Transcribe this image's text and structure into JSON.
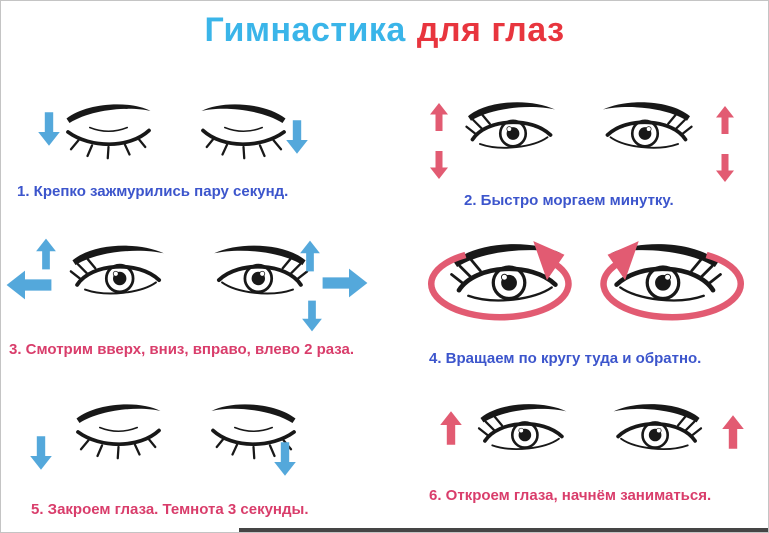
{
  "title": {
    "part1": "Гимнастика",
    "part2": "для глаз"
  },
  "colors": {
    "title_blue": "#3ab5e9",
    "title_red": "#e8353e",
    "caption_blue": "#3c55cc",
    "caption_pink": "#d93d6b",
    "arrow_blue": "#54a8db",
    "arrow_pink": "#e25b72",
    "ink": "#181818"
  },
  "exercises": [
    {
      "number": "1",
      "caption": "1. Крепко зажмурились пару секунд.",
      "caption_color": "blue",
      "eyes": "closed",
      "arrow_color": "blue",
      "arrow_directions": [
        "down",
        "down"
      ]
    },
    {
      "number": "2",
      "caption": "2. Быстро моргаем минутку.",
      "caption_color": "blue",
      "eyes": "open",
      "arrow_color": "pink",
      "arrow_directions": [
        "up",
        "down",
        "up",
        "down"
      ]
    },
    {
      "number": "3",
      "caption": "3. Смотрим вверх, вниз, вправо, влево 2 раза.",
      "caption_color": "pink",
      "eyes": "open",
      "arrow_color": "blue",
      "arrow_directions": [
        "up",
        "left",
        "up",
        "right",
        "down"
      ]
    },
    {
      "number": "4",
      "caption": "4. Вращаем по кругу туда и обратно.",
      "caption_color": "blue",
      "eyes": "open",
      "arrow_color": "pink",
      "arrow_directions": [
        "circular",
        "circular"
      ]
    },
    {
      "number": "5",
      "caption": "5. Закроем глаза. Темнота 3 секунды.",
      "caption_color": "pink",
      "eyes": "closed",
      "arrow_color": "blue",
      "arrow_directions": [
        "down",
        "down"
      ]
    },
    {
      "number": "6",
      "caption": "6. Откроем глаза, начнём заниматься.",
      "caption_color": "pink",
      "eyes": "open",
      "arrow_color": "pink",
      "arrow_directions": [
        "up",
        "up"
      ]
    }
  ]
}
